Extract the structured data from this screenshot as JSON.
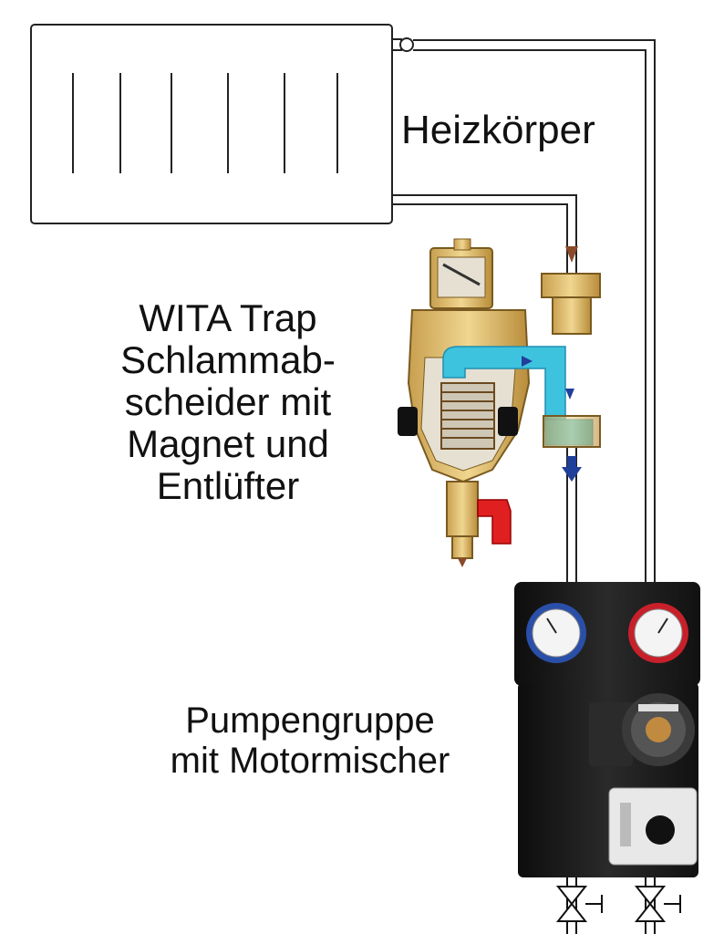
{
  "radiator": {
    "label": "Heizkörper"
  },
  "trap": {
    "label_lines": [
      "WITA Trap",
      "Schlammab-",
      "scheider mit",
      "Magnet und",
      "Entlüfter"
    ]
  },
  "pump_group": {
    "label_lines": [
      "Pumpengruppe",
      "mit Motormischer"
    ]
  },
  "colors": {
    "flow_arrow": "#1f3f9a",
    "return_arrow": "#8a4a2a",
    "water": "#3ec3df",
    "brass": "#d8b66a",
    "housing": "#1a1a1a",
    "valve_handle": "#e02020"
  }
}
